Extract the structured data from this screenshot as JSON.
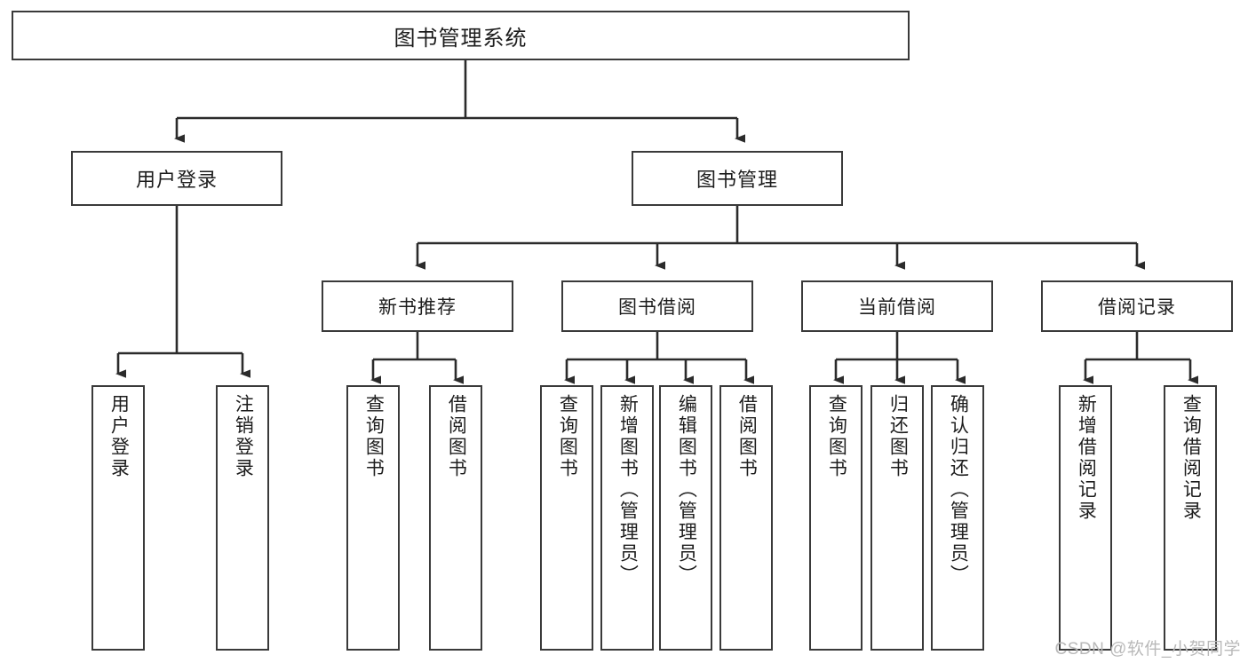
{
  "diagram": {
    "type": "tree-hierarchy",
    "title": "图书管理系统",
    "watermark": "CSDN @软件_小贺同学",
    "colors": {
      "box_border": "#3a3a3a",
      "box_fill": "#ffffff",
      "connector": "#2b2b2b",
      "text": "#1d1d1d",
      "watermark": "#b9b9b9"
    },
    "root": {
      "label": "图书管理系统"
    },
    "level2": [
      {
        "label": "用户登录"
      },
      {
        "label": "图书管理"
      }
    ],
    "level3": [
      {
        "label": "新书推荐"
      },
      {
        "label": "图书借阅"
      },
      {
        "label": "当前借阅"
      },
      {
        "label": "借阅记录"
      }
    ],
    "leaves": {
      "user_login": [
        {
          "label": "用户登录"
        },
        {
          "label": "注销登录"
        }
      ],
      "new_book_recommend": [
        {
          "label": "查询图书"
        },
        {
          "label": "借阅图书"
        }
      ],
      "book_borrow": [
        {
          "label": "查询图书"
        },
        {
          "label": "新增图书（管理员）"
        },
        {
          "label": "编辑图书（管理员）"
        },
        {
          "label": "借阅图书"
        }
      ],
      "current_borrow": [
        {
          "label": "查询图书"
        },
        {
          "label": "归还图书"
        },
        {
          "label": "确认归还（管理员）"
        }
      ],
      "borrow_record": [
        {
          "label": "新增借阅记录"
        },
        {
          "label": "查询借阅记录"
        }
      ]
    }
  }
}
